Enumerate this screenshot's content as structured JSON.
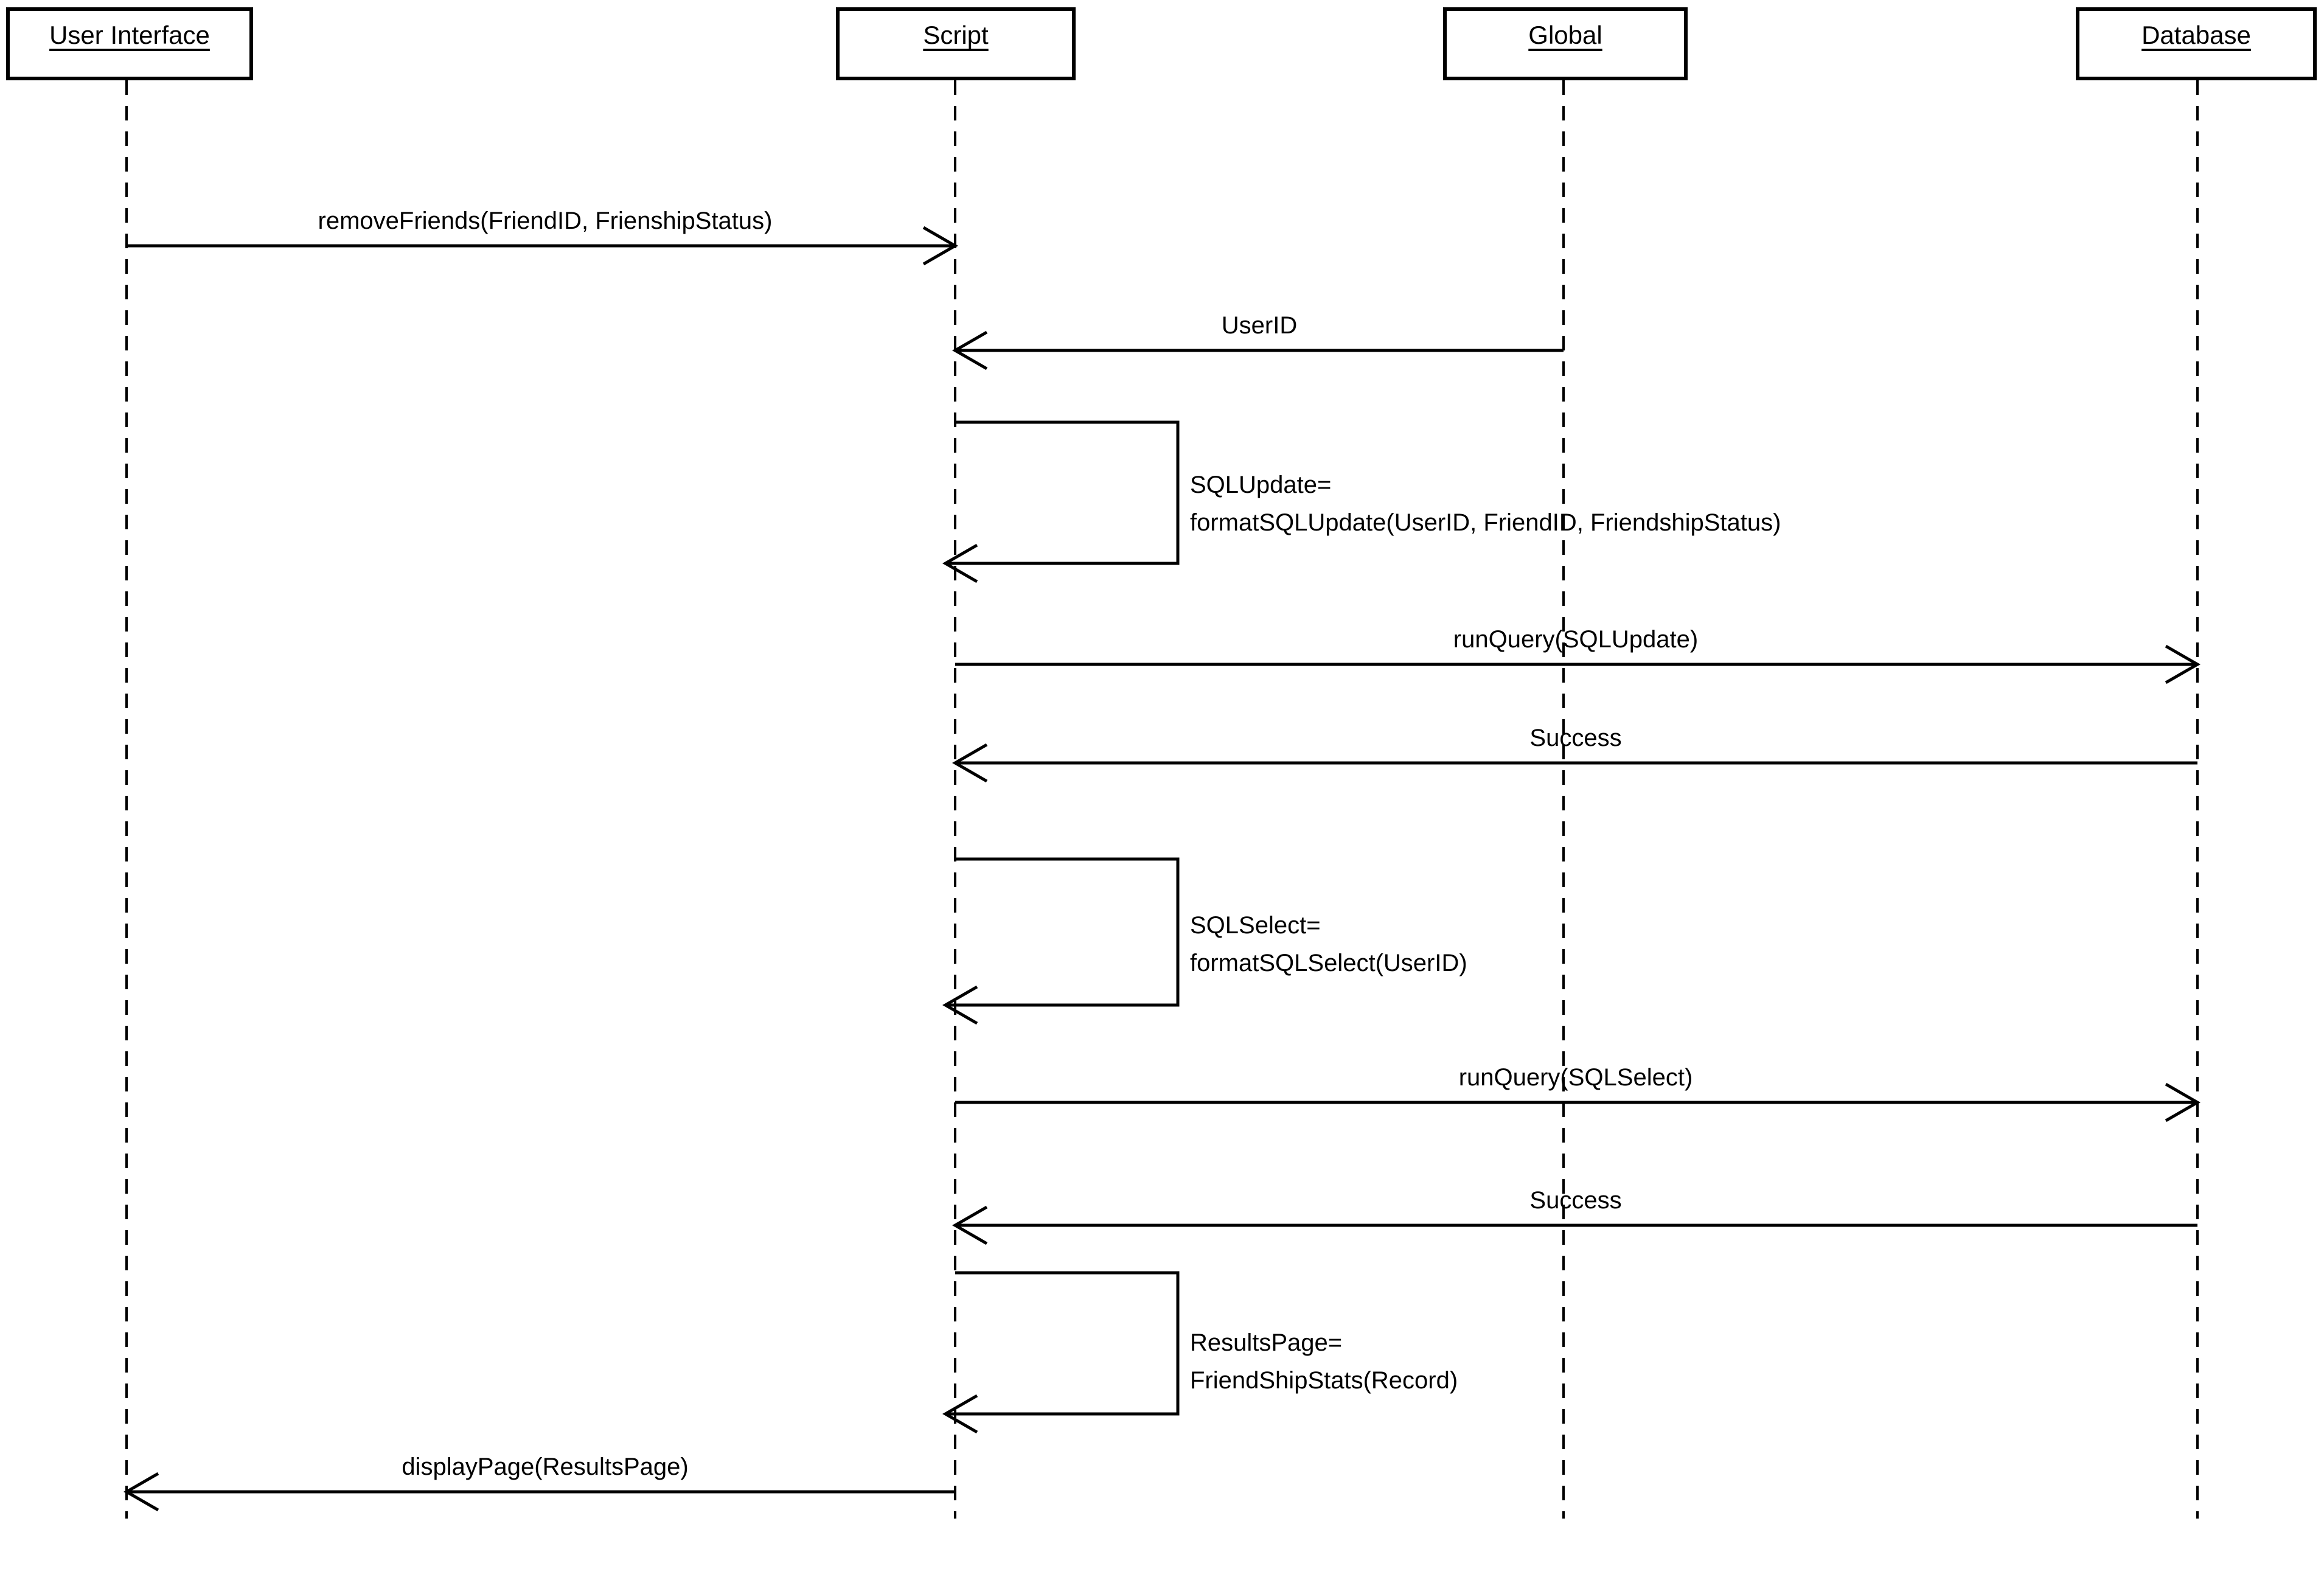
{
  "diagram": {
    "type": "uml-sequence-diagram",
    "colors": {
      "background": "#ffffff",
      "stroke": "#000000",
      "text": "#000000"
    },
    "actors": [
      {
        "label": "User Interface"
      },
      {
        "label": "Script"
      },
      {
        "label": "Global"
      },
      {
        "label": "Database"
      }
    ],
    "messages": [
      {
        "label": "removeFriends(FriendID, FrienshipStatus)",
        "from": "User Interface",
        "to": "Script",
        "direction": "right"
      },
      {
        "label": "UserID",
        "from": "Global",
        "to": "Script",
        "direction": "left"
      },
      {
        "label": "runQuery(SQLUpdate)",
        "from": "Script",
        "to": "Database",
        "direction": "right"
      },
      {
        "label": "Success",
        "from": "Database",
        "to": "Script",
        "direction": "left"
      },
      {
        "label": "runQuery(SQLSelect)",
        "from": "Script",
        "to": "Database",
        "direction": "right"
      },
      {
        "label": "Success",
        "from": "Database",
        "to": "Script",
        "direction": "left"
      },
      {
        "label": "displayPage(ResultsPage)",
        "from": "Script",
        "to": "User Interface",
        "direction": "left"
      }
    ],
    "self_messages": [
      {
        "line1": "SQLUpdate=",
        "line2": "formatSQLUpdate(UserID, FriendID, FriendshipStatus)",
        "on": "Script"
      },
      {
        "line1": "SQLSelect=",
        "line2": "formatSQLSelect(UserID)",
        "on": "Script"
      },
      {
        "line1": "ResultsPage=",
        "line2": "FriendShipStats(Record)",
        "on": "Script"
      }
    ]
  }
}
